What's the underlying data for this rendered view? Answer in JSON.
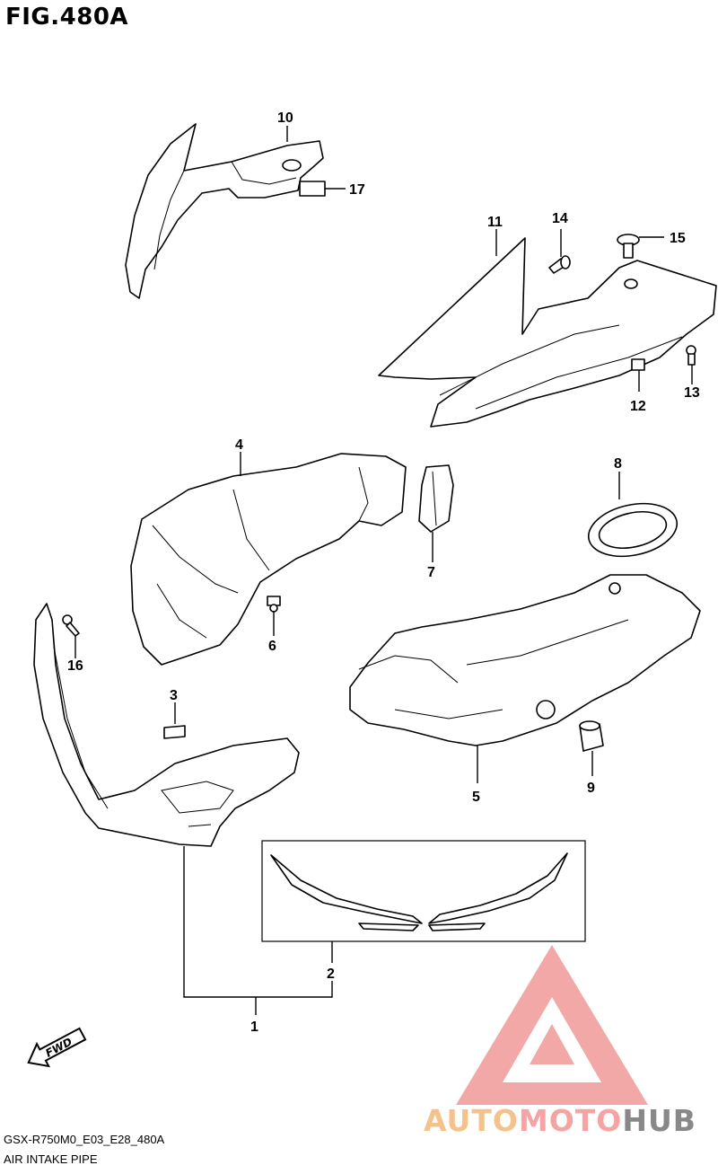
{
  "figure": {
    "title": "FIG.480A",
    "model_code": "GSX-R750M0_E03_E28_480A",
    "section_name": "AIR INTAKE PIPE",
    "fwd_label": "FWD"
  },
  "parts": [
    {
      "id": "label-1",
      "text": "1"
    },
    {
      "id": "label-2",
      "text": "2"
    },
    {
      "id": "label-3",
      "text": "3"
    },
    {
      "id": "label-4",
      "text": "4"
    },
    {
      "id": "label-5",
      "text": "5"
    },
    {
      "id": "label-6",
      "text": "6"
    },
    {
      "id": "label-7",
      "text": "7"
    },
    {
      "id": "label-8",
      "text": "8"
    },
    {
      "id": "label-9",
      "text": "9"
    },
    {
      "id": "label-10",
      "text": "10"
    },
    {
      "id": "label-11",
      "text": "11"
    },
    {
      "id": "label-12",
      "text": "12"
    },
    {
      "id": "label-13",
      "text": "13"
    },
    {
      "id": "label-14",
      "text": "14"
    },
    {
      "id": "label-15",
      "text": "15"
    },
    {
      "id": "label-16",
      "text": "16"
    },
    {
      "id": "label-17",
      "text": "17"
    }
  ],
  "watermark": {
    "part1": "AUTO",
    "part2": "MOTO",
    "part3": "HUB",
    "color_auto": "#f6c28c",
    "color_moto": "#f5a3a3",
    "color_hub": "#888888"
  }
}
